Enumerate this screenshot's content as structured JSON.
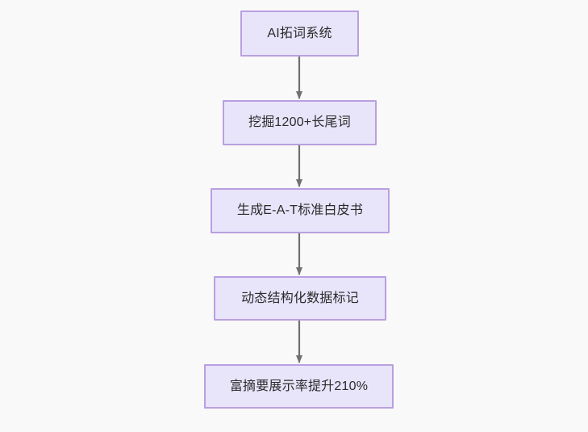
{
  "diagram": {
    "type": "flowchart",
    "direction": "top-down",
    "background_color": "#f9f9f9",
    "node_fill_color": "#e8e4fa",
    "node_border_color": "#b9a0e0",
    "node_text_color": "#2b2b2b",
    "edge_color": "#707070",
    "nodes": [
      {
        "id": "n1",
        "label": "AI拓词系统"
      },
      {
        "id": "n2",
        "label": "挖掘1200+长尾词"
      },
      {
        "id": "n3",
        "label": "生成E-A-T标准白皮书"
      },
      {
        "id": "n4",
        "label": "动态结构化数据标记"
      },
      {
        "id": "n5",
        "label": "富摘要展示率提升210%"
      }
    ],
    "edges": [
      {
        "from": "n1",
        "to": "n2",
        "label": "",
        "arrowhead": "solid-triangle"
      },
      {
        "from": "n2",
        "to": "n3",
        "label": "",
        "arrowhead": "solid-triangle"
      },
      {
        "from": "n3",
        "to": "n4",
        "label": "",
        "arrowhead": "solid-triangle"
      },
      {
        "from": "n4",
        "to": "n5",
        "label": "",
        "arrowhead": "solid-triangle"
      }
    ]
  }
}
